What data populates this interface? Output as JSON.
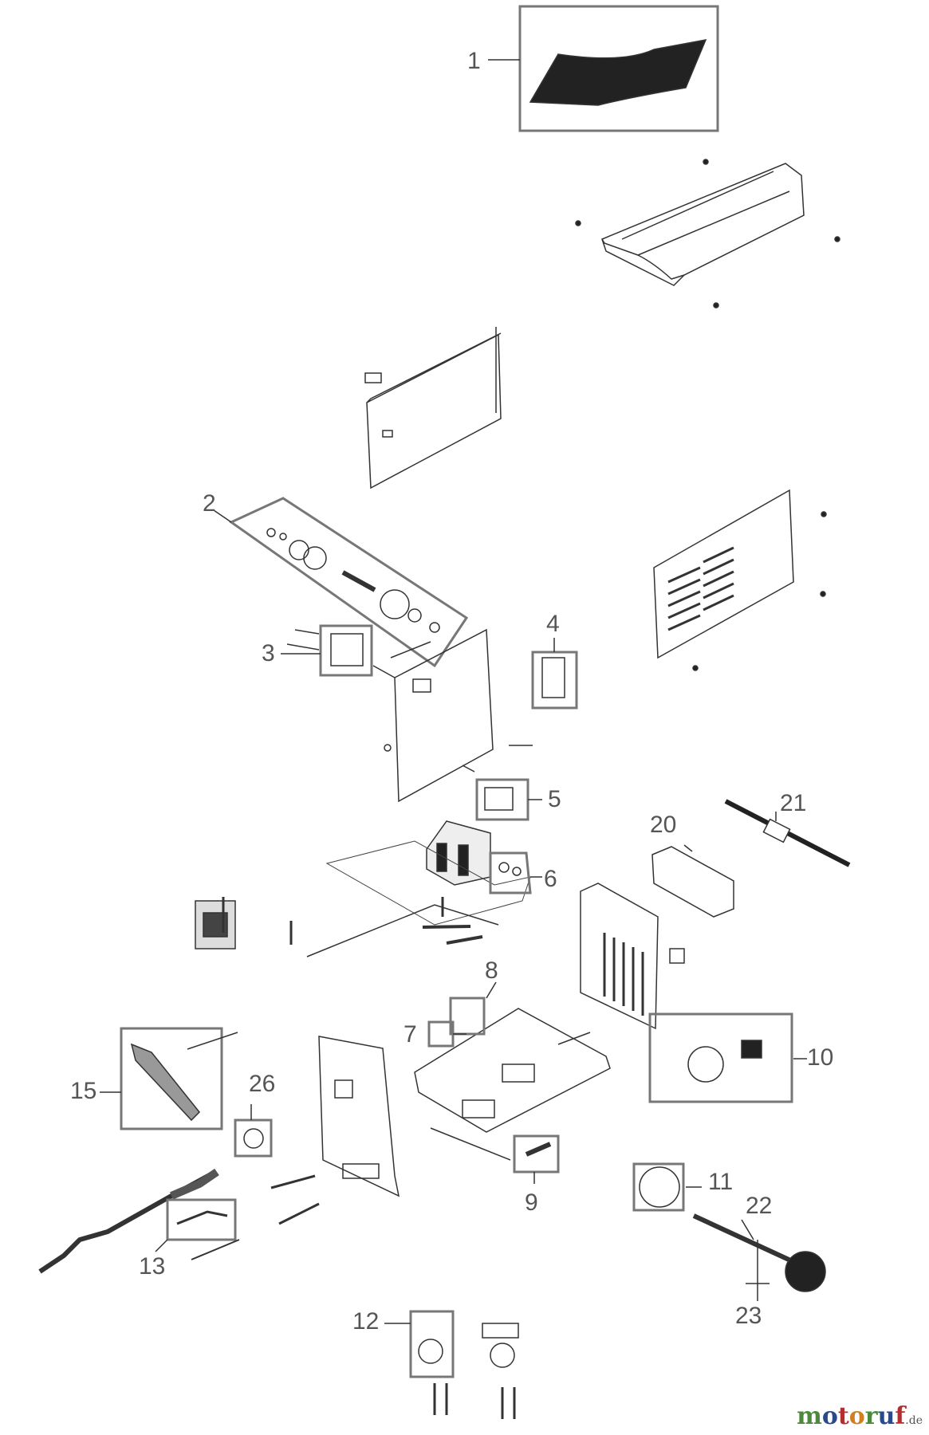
{
  "callouts": {
    "c1": "1",
    "c2": "2",
    "c3": "3",
    "c4": "4",
    "c5": "5",
    "c6": "6",
    "c7": "7",
    "c8": "8",
    "c9": "9",
    "c10": "10",
    "c11": "11",
    "c12": "12",
    "c13": "13",
    "c15": "15",
    "c20": "20",
    "c21": "21",
    "c22": "22",
    "c23": "23",
    "c26": "26"
  },
  "watermark": {
    "m1": "m",
    "o1": "o",
    "t": "t",
    "o2": "o",
    "r": "r",
    "u": "u",
    "f": "f",
    "de": ".de",
    "colors": {
      "green": "#4a8a3a",
      "blue": "#2a4a8a",
      "red": "#b03030",
      "orange": "#d08020"
    }
  },
  "colors": {
    "line": "#333333",
    "box": "#777777",
    "dark": "#222222"
  }
}
